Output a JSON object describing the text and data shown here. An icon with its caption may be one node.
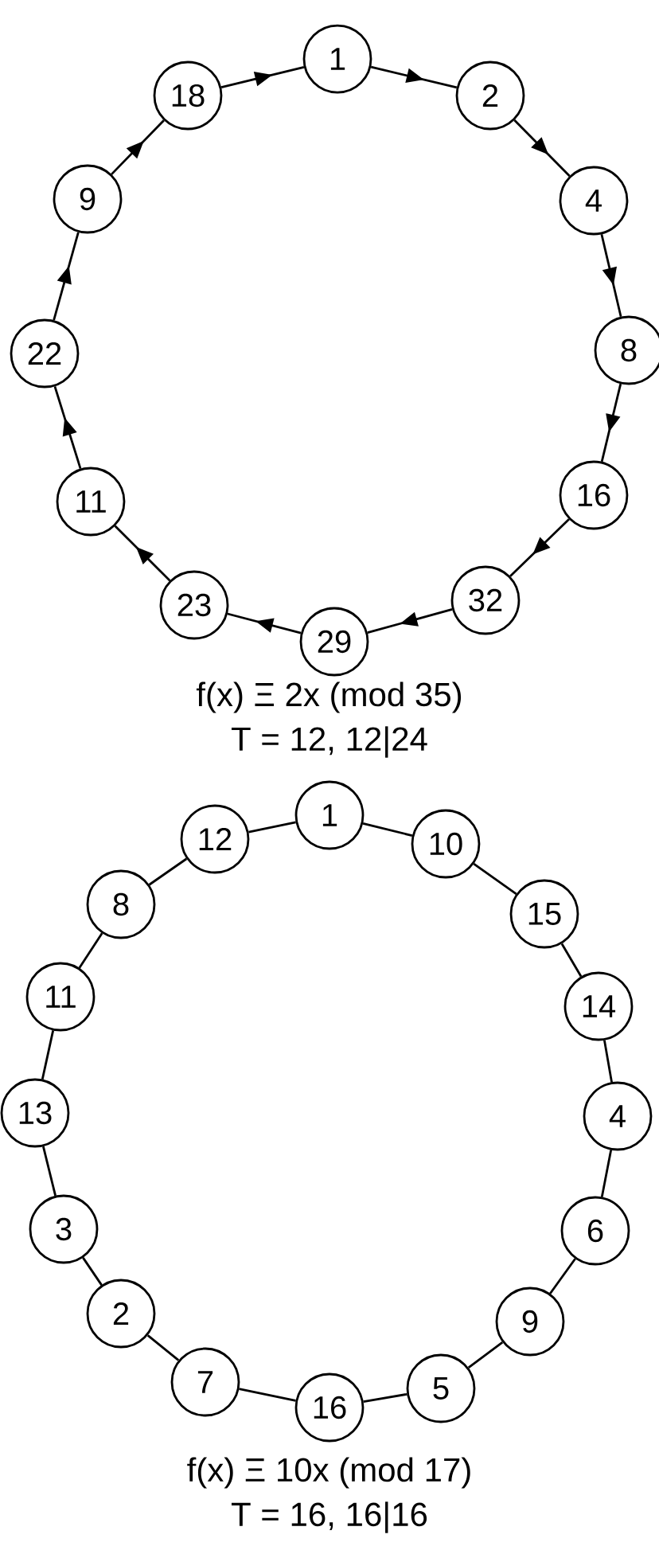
{
  "diagram": {
    "nodes": [
      {
        "text": [
          "1"
        ]
      },
      {
        "text": [
          "2"
        ]
      },
      {
        "text": [
          "4"
        ]
      },
      {
        "text": [
          "8"
        ]
      },
      {
        "text": [
          "16"
        ]
      },
      {
        "text": [
          "32"
        ]
      },
      {
        "text": [
          "29"
        ]
      },
      {
        "text": [
          "23"
        ]
      },
      {
        "text": [
          "11"
        ]
      },
      {
        "text": [
          "22"
        ]
      },
      {
        "text": [
          "9"
        ]
      },
      {
        "text": [
          "18"
        ]
      },
      {
        "text": [
          "1"
        ]
      },
      {
        "text": [
          "10"
        ]
      },
      {
        "text": [
          "15"
        ]
      },
      {
        "text": [
          "14"
        ]
      },
      {
        "text": [
          "4"
        ]
      },
      {
        "text": [
          "6"
        ]
      },
      {
        "text": [
          "9"
        ]
      },
      {
        "text": [
          "5"
        ]
      },
      {
        "text": [
          "16"
        ]
      },
      {
        "text": [
          "7"
        ]
      },
      {
        "text": [
          "2"
        ]
      },
      {
        "text": [
          "3"
        ]
      },
      {
        "text": [
          "13"
        ]
      },
      {
        "text": [
          "11"
        ]
      },
      {
        "text": [
          "8"
        ]
      },
      {
        "text": [
          "12"
        ]
      }
    ],
    "edges": [
      {
        "from": 0,
        "to": 1,
        "arrow": "to"
      },
      {
        "from": 1,
        "to": 2,
        "arrow": "to"
      },
      {
        "from": 2,
        "to": 3,
        "arrow": "to"
      },
      {
        "from": 3,
        "to": 4,
        "arrow": "to"
      },
      {
        "from": 4,
        "to": 5,
        "arrow": "to"
      },
      {
        "from": 5,
        "to": 6,
        "arrow": "to"
      },
      {
        "from": 6,
        "to": 7,
        "arrow": "to"
      },
      {
        "from": 7,
        "to": 8,
        "arrow": "to"
      },
      {
        "from": 8,
        "to": 9,
        "arrow": "to"
      },
      {
        "from": 9,
        "to": 10,
        "arrow": "to"
      },
      {
        "from": 10,
        "to": 11,
        "arrow": "to"
      },
      {
        "from": 11,
        "to": 0,
        "arrow": "to"
      },
      {
        "from": 12,
        "to": 13,
        "arrow": "none"
      },
      {
        "from": 13,
        "to": 14,
        "arrow": "none"
      },
      {
        "from": 14,
        "to": 15,
        "arrow": "none"
      },
      {
        "from": 15,
        "to": 16,
        "arrow": "none"
      },
      {
        "from": 16,
        "to": 17,
        "arrow": "none"
      },
      {
        "from": 17,
        "to": 18,
        "arrow": "none"
      },
      {
        "from": 18,
        "to": 19,
        "arrow": "none"
      },
      {
        "from": 19,
        "to": 20,
        "arrow": "none"
      },
      {
        "from": 20,
        "to": 21,
        "arrow": "none"
      },
      {
        "from": 21,
        "to": 22,
        "arrow": "none"
      },
      {
        "from": 22,
        "to": 23,
        "arrow": "none"
      },
      {
        "from": 23,
        "to": 24,
        "arrow": "none"
      },
      {
        "from": 24,
        "to": 25,
        "arrow": "none"
      },
      {
        "from": 25,
        "to": 26,
        "arrow": "none"
      },
      {
        "from": 26,
        "to": 27,
        "arrow": "none"
      },
      {
        "from": 27,
        "to": 12,
        "arrow": "none"
      }
    ],
    "labels": [
      "f(x) Ξ 2x (mod 35)",
      "T = 12, 12|24",
      "f(x) Ξ 10x (mod 17)",
      "T = 16, 16|16"
    ]
  }
}
